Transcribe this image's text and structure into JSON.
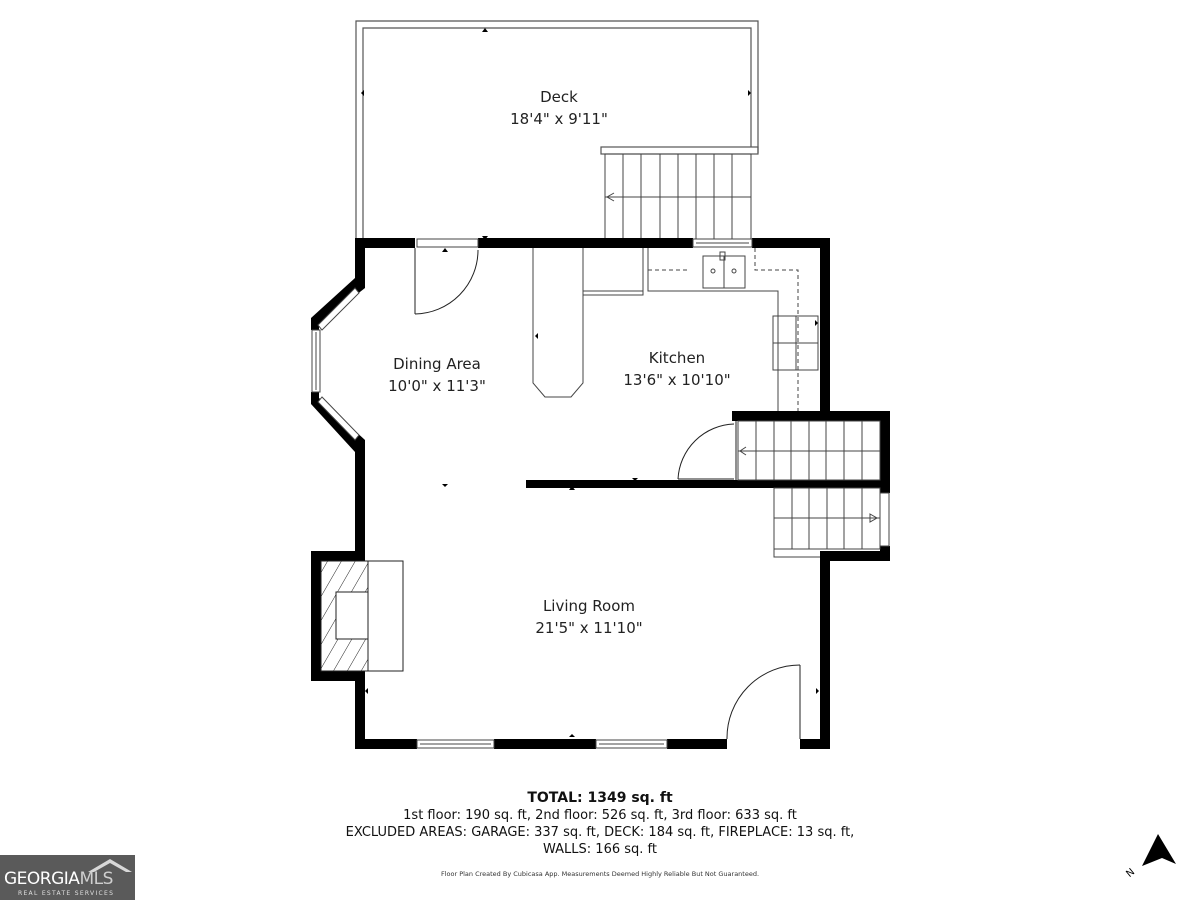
{
  "rooms": [
    {
      "id": "deck",
      "name": "Deck",
      "dimensions": "18'4\" x 9'11\""
    },
    {
      "id": "dining",
      "name": "Dining Area",
      "dimensions": "10'0\" x 11'3\""
    },
    {
      "id": "kitchen",
      "name": "Kitchen",
      "dimensions": "13'6\" x 10'10\""
    },
    {
      "id": "living",
      "name": "Living Room",
      "dimensions": "21'5\" x 11'10\""
    }
  ],
  "summary": {
    "total": "TOTAL: 1349 sq. ft",
    "floors": "1st floor: 190 sq. ft, 2nd floor: 526 sq. ft, 3rd floor: 633 sq. ft",
    "excluded": "EXCLUDED AREAS: GARAGE: 337 sq. ft, DECK: 184 sq. ft, FIREPLACE: 13 sq. ft,",
    "walls": "WALLS: 166 sq. ft"
  },
  "disclaimer": "Floor Plan Created By Cubicasa App. Measurements Deemed Highly Reliable But Not Guaranteed.",
  "logo": {
    "brand_main": "GEORGIA",
    "brand_accent": "MLS",
    "subtitle": "REAL ESTATE SERVICES"
  },
  "compass": {
    "label": "N",
    "icon": "north-arrow-icon"
  },
  "colors": {
    "wall": "#000000",
    "line": "#333333",
    "background": "#ffffff",
    "logo_bg": "#5a5a5a"
  }
}
